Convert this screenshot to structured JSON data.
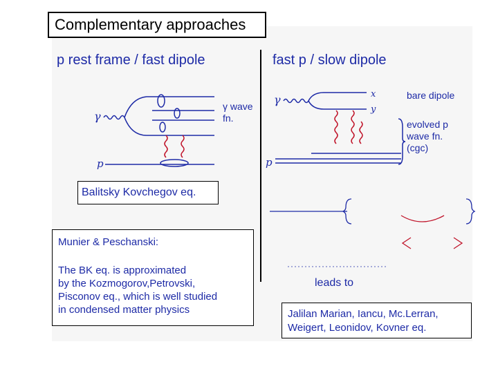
{
  "slide": {
    "title": "Complementary approaches",
    "left_heading": "p rest frame / fast dipole",
    "right_heading": "fast p / slow dipole",
    "label_gamma_wave": "γ wave fn.",
    "label_bare_dipole": "bare dipole",
    "label_evolved": "evolved p wave fn. (cgc)",
    "bk_box": "Balitsky Kovchegov eq.",
    "mp_heading": "Munier & Peschanski:",
    "mp_body_lines": [
      "The BK eq. is approximated",
      "by the Kozmogorov,Petrovski,",
      "Pisconov eq., which is well studied",
      "in condensed matter physics"
    ],
    "leads_to": "leads to",
    "jimwlk_lines": [
      "Jalilan Marian, Iancu, Mc.Lerran,",
      "Weigert, Leonidov, Kovner eq."
    ]
  },
  "colors": {
    "ink": "#1d2aa6",
    "gluon_ink": "#c0142a",
    "background": "#f6f6f6"
  }
}
